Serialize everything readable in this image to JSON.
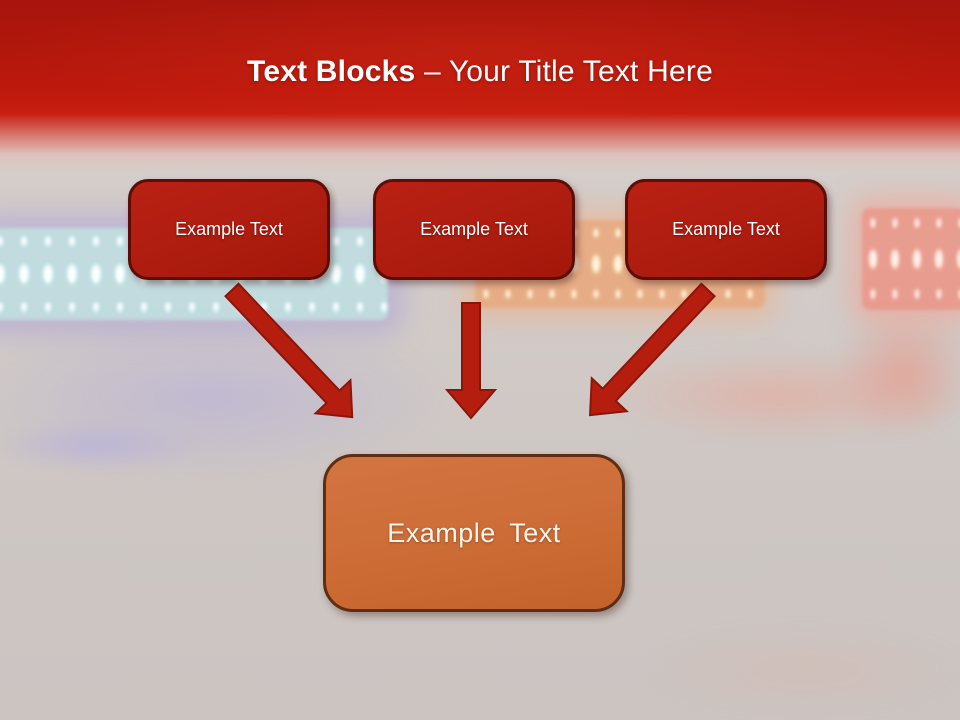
{
  "slide": {
    "title": {
      "bold_text": "Text Blocks",
      "regular_text": "– Your Title Text Here"
    },
    "source_blocks": [
      {
        "label": "Example Text"
      },
      {
        "label": "Example Text"
      },
      {
        "label": "Example Text"
      }
    ],
    "result_block": {
      "label": "Example Text"
    },
    "colors": {
      "banner_red_top": "#a7150c",
      "banner_red": "#c01a0e",
      "block_red_fill": "#ae1c10",
      "block_red_border": "#5a0e07",
      "result_orange_fill": "#cb6a33",
      "result_orange_border": "#5e2d12",
      "arrow_red": "#b51d0e",
      "arrow_red_outline": "#8c150a",
      "background_base": "#cfc8c6",
      "title_text": "#ffffff"
    }
  }
}
